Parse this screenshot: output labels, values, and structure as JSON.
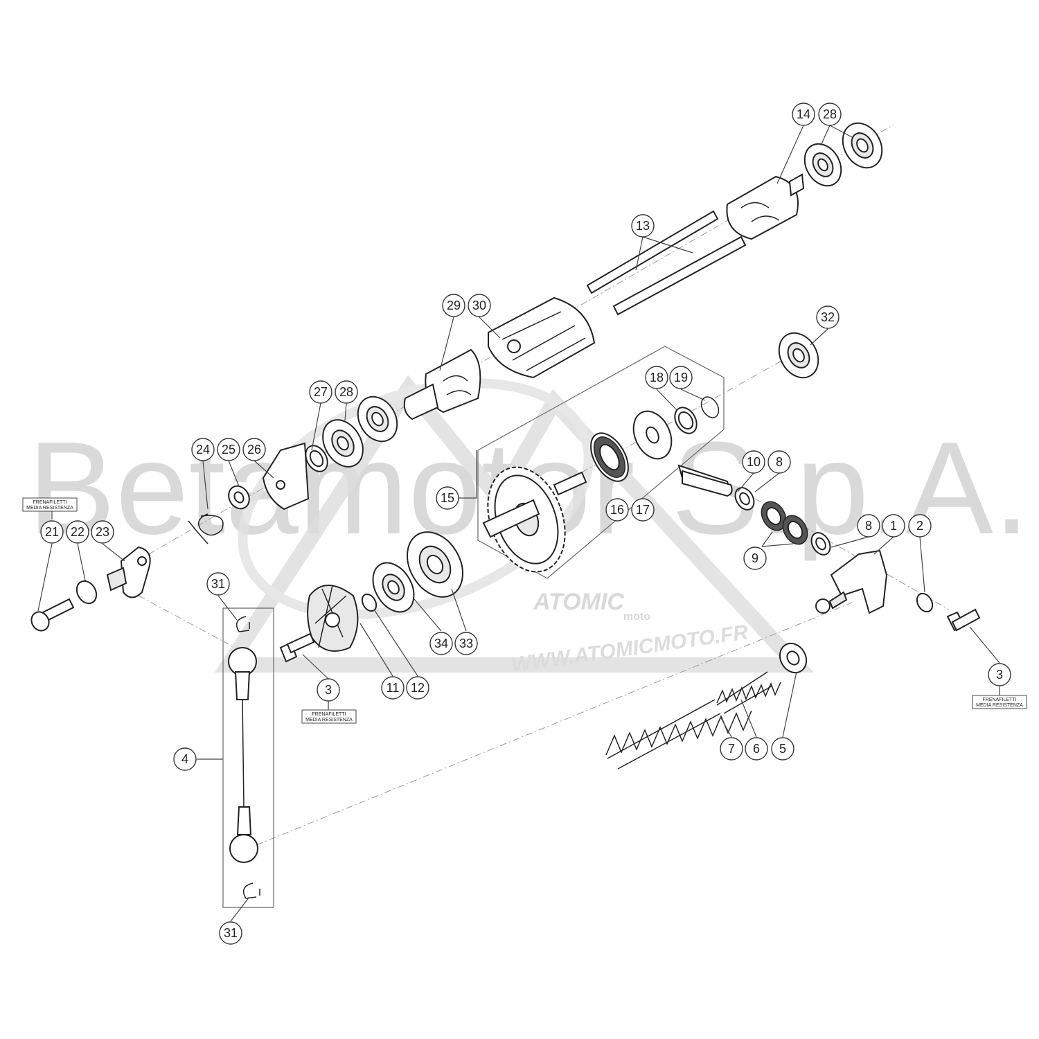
{
  "watermark": {
    "brand": "Betamotor S.p.A.",
    "logo_text": "ATOMIC",
    "logo_sub": "moto",
    "url": "WWW.ATOMICMOTO.FR"
  },
  "notes": [
    {
      "line1": "FRENAFILETTI",
      "line2": "MEDIA RESISTENZA"
    },
    {
      "line1": "FRENAFILETTI",
      "line2": "MEDIA RESISTENZA"
    },
    {
      "line1": "FRENAFILETTI",
      "line2": "MEDIA RESISTENZA"
    }
  ],
  "callouts": [
    "14",
    "28",
    "13",
    "29",
    "30",
    "32",
    "18",
    "19",
    "27",
    "28",
    "24",
    "25",
    "26",
    "15",
    "16",
    "17",
    "10",
    "8",
    "8",
    "1",
    "2",
    "9",
    "21",
    "22",
    "23",
    "31",
    "34",
    "33",
    "3",
    "11",
    "12",
    "3",
    "7",
    "6",
    "5",
    "4",
    "31"
  ]
}
